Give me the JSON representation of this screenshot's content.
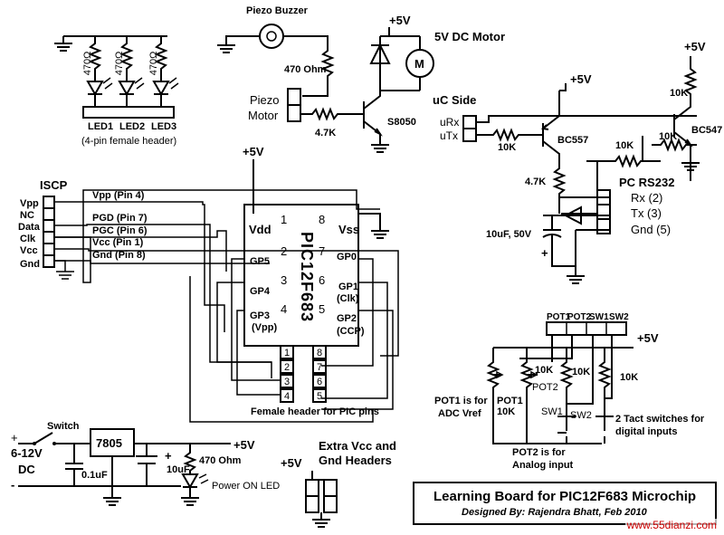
{
  "leds": {
    "resistors": [
      "470Ω",
      "470Ω",
      "470Ω"
    ],
    "names": [
      "LED1",
      "LED2",
      "LED3"
    ],
    "header_note": "(4-pin female header)"
  },
  "buzzer": {
    "title": "Piezo Buzzer",
    "resistor": "470 Ohm",
    "header_label_1": "Piezo",
    "header_label_2": "Motor",
    "base_resistor": "4.7K",
    "transistor": "S8050",
    "supply": "+5V",
    "motor": "5V DC Motor",
    "motor_symbol": "M"
  },
  "uc_side": {
    "title": "uC Side",
    "urx": "uRx",
    "utx": "uTx",
    "r_base": "10K",
    "pnp": "BC557",
    "supply": "+5V",
    "r_4k7": "4.7K",
    "cap": "10uF, 50V",
    "cap_plus": "+",
    "r_10k_mid": "10K",
    "r_10k_right": "10K",
    "r_10k_top": "10K",
    "npn": "BC547",
    "supply_right": "+5V",
    "pc_title": "PC RS232",
    "pc_pins": [
      "Rx (2)",
      "Tx (3)",
      "Gnd (5)"
    ]
  },
  "iscp": {
    "title": "ISCP",
    "pins": [
      "Vpp",
      "NC",
      "Data",
      "Clk",
      "Vcc",
      "Gnd"
    ],
    "signals": [
      "Vpp (Pin 4)",
      "PGD (Pin 7)",
      "PGC (Pin 6)",
      "Vcc (Pin 1)",
      "Gnd (Pin 8)"
    ]
  },
  "pic": {
    "supply": "+5V",
    "chip_name": "PIC12F683",
    "vdd": "Vdd",
    "vss": "Vss",
    "left_pins": [
      "1",
      "2",
      "3",
      "4"
    ],
    "right_pins": [
      "8",
      "7",
      "6",
      "5"
    ],
    "gp_left": [
      "GP5",
      "GP4",
      "GP3",
      "(Vpp)"
    ],
    "gp_right": [
      "GP0",
      "GP1",
      "(Clk)",
      "GP2",
      "(CCP)"
    ],
    "header_left": [
      "1",
      "2",
      "3",
      "4"
    ],
    "header_right": [
      "8",
      "7",
      "6",
      "5"
    ],
    "header_caption": "Female header for PIC pins"
  },
  "power": {
    "switch": "Switch",
    "input": "6-12V",
    "input_dc": "DC",
    "plus": "+",
    "minus": "-",
    "regulator": "7805",
    "cap1": "0.1uF",
    "cap2_plus": "+",
    "cap2": "10uF",
    "output": "+5V",
    "led_res": "470 Ohm",
    "led": "Power ON LED"
  },
  "extra": {
    "supply": "+5V",
    "title_1": "Extra Vcc and",
    "title_2": "Gnd Headers"
  },
  "pots": {
    "header_labels": [
      "POT1",
      "POT2",
      "SW1",
      "SW2"
    ],
    "supply": "+5V",
    "r1": "10K",
    "r2": "10K",
    "r3": "10K",
    "pot2_label": "POT2",
    "pot1_label": "POT1",
    "pot1_value": "10K",
    "sw1": "SW1",
    "sw2": "SW2",
    "note_pot1_1": "POT1 is for",
    "note_pot1_2": "ADC Vref",
    "note_pot2_1": "POT2 is for",
    "note_pot2_2": "Analog input",
    "note_sw_1": "2 Tact switches for",
    "note_sw_2": "digital inputs"
  },
  "title_block": {
    "title": "Learning Board for PIC12F683 Microchip",
    "designer": "Designed By: Rajendra Bhatt, Feb 2010"
  },
  "watermark": "www.55dianzi.com"
}
